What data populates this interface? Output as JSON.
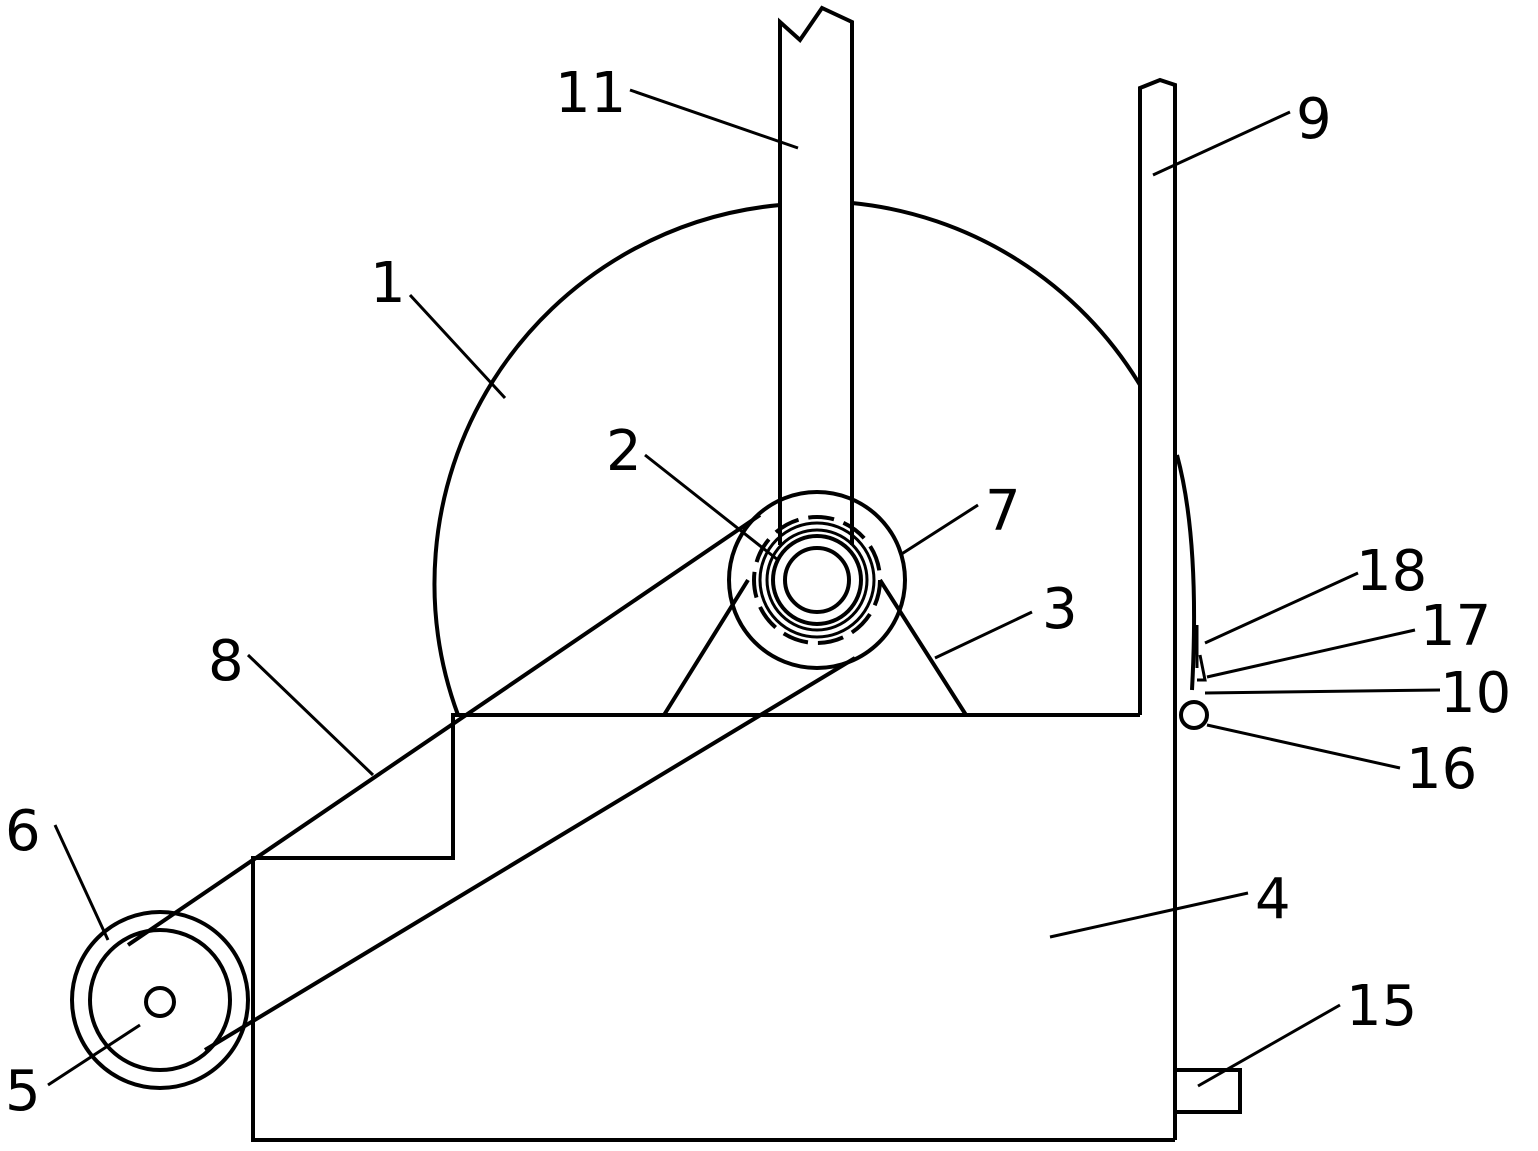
{
  "labels": {
    "l1": "1",
    "l2": "2",
    "l3": "3",
    "l4": "4",
    "l5": "5",
    "l6": "6",
    "l7": "7",
    "l8": "8",
    "l9": "9",
    "l10": "10",
    "l11": "11",
    "l15": "15",
    "l16": "16",
    "l17": "17",
    "l18": "18"
  }
}
